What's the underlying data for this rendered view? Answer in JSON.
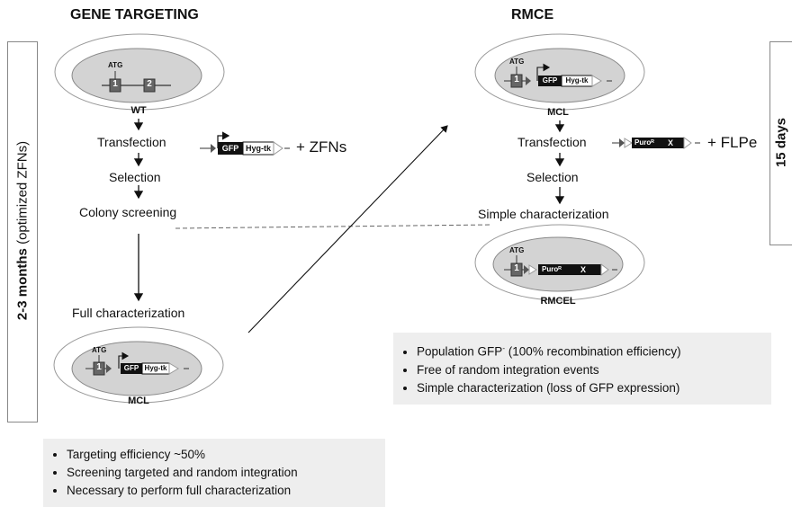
{
  "left": {
    "title": "GENE TARGETING",
    "timeline": {
      "bold": "2-3 months",
      "rest": " (optimized ZFNs)"
    },
    "cells": {
      "wt": "WT",
      "mcl": "MCL"
    },
    "steps": {
      "transfection": "Transfection",
      "selection": "Selection",
      "colony": "Colony screening",
      "full": "Full characterization"
    },
    "reagent": "+ ZFNs",
    "cassette": {
      "gfp": "GFP",
      "hyg": "Hyg-tk"
    },
    "exons": [
      "1",
      "2"
    ],
    "atg": "ATG",
    "notes": [
      "Targeting efficiency ~50%",
      "Screening targeted and random integration",
      "Necessary to perform full characterization"
    ]
  },
  "right": {
    "title": "RMCE",
    "timeline": "15 days",
    "cells": {
      "mcl": "MCL",
      "rmcel": "RMCEL"
    },
    "steps": {
      "transfection": "Transfection",
      "selection": "Selection",
      "simple": "Simple characterization"
    },
    "reagent": "+ FLPe",
    "cassette": {
      "puro": "Puroᴿ",
      "x": "X"
    },
    "notes": [
      {
        "pre": "Population GFP",
        "sup": "-",
        "post": " (100% recombination efficiency)"
      },
      {
        "pre": "Free of random integration events",
        "sup": "",
        "post": ""
      },
      {
        "pre": "Simple characterization (loss of GFP expression)",
        "sup": "",
        "post": ""
      }
    ]
  }
}
